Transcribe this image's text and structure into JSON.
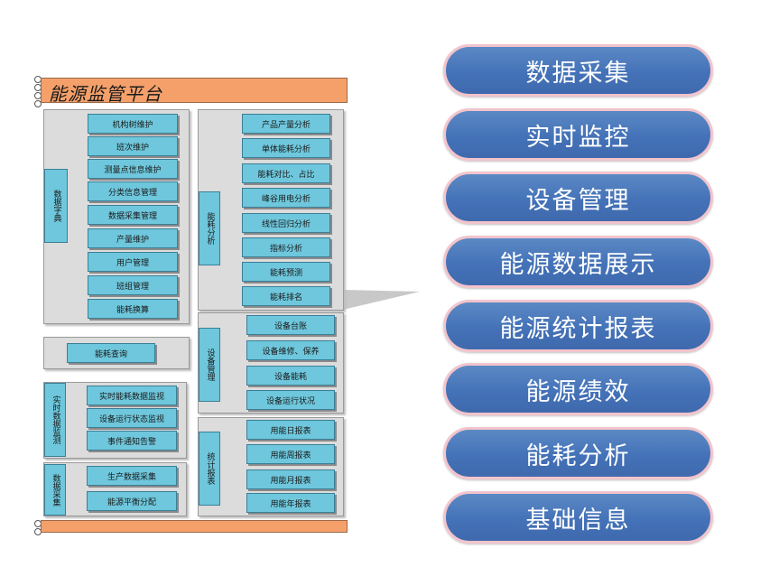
{
  "platform": {
    "title": "能源监管平台",
    "groups": {
      "data_dict": {
        "label": "数据字典",
        "items": [
          "机构树维护",
          "班次维护",
          "测量点信息维护",
          "分类信息管理",
          "数据采集管理",
          "产量维护",
          "用户管理",
          "班组管理",
          "能耗换算"
        ]
      },
      "energy_query": {
        "items": [
          "能耗查询"
        ]
      },
      "realtime": {
        "label": "实时数据监测",
        "items": [
          "实时能耗数据监视",
          "设备运行状态监视",
          "事件通知告警"
        ]
      },
      "data_collect": {
        "label": "数据采集",
        "items": [
          "生产数据采集",
          "能源平衡分配"
        ]
      },
      "energy_analysis": {
        "label": "能耗分析",
        "items": [
          "产品产量分析",
          "单体能耗分析",
          "能耗对比、占比",
          "峰谷用电分析",
          "线性回归分析",
          "指标分析",
          "能耗预测",
          "能耗排名"
        ]
      },
      "device_mgmt": {
        "label": "设备管理",
        "items": [
          "设备台账",
          "设备维修、保养",
          "设备能耗",
          "设备运行状况"
        ]
      },
      "stats_report": {
        "label": "统计报表",
        "items": [
          "用能日报表",
          "用能周报表",
          "用能月报表",
          "用能年报表"
        ]
      }
    }
  },
  "menu": [
    "数据采集",
    "实时监控",
    "设备管理",
    "能源数据展示",
    "能源统计报表",
    "能源绩效",
    "能耗分析",
    "基础信息"
  ],
  "colors": {
    "banner": "#f5a06a",
    "panel": "#dcdcdc",
    "item": "#6ec7dc",
    "pill": "#4472b8",
    "pill_border": "#f2c4cc"
  }
}
